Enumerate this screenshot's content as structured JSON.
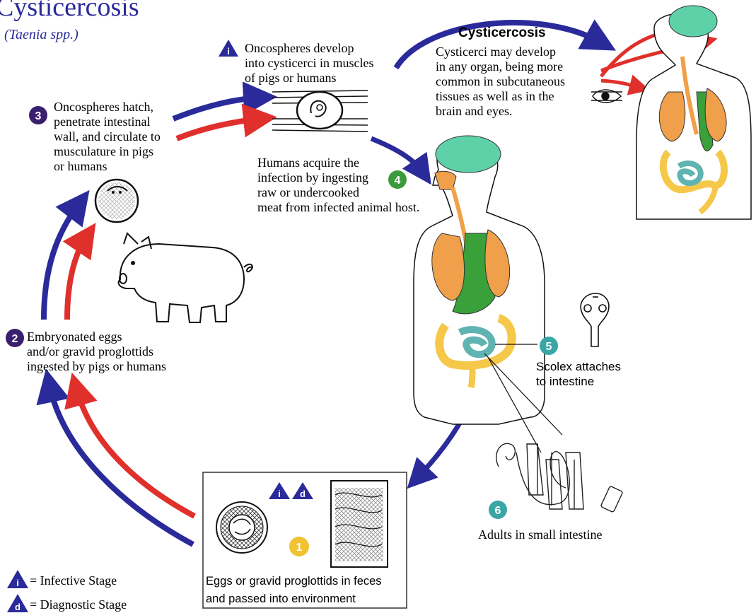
{
  "title": "Cysticercosis",
  "subtitle": "(Taenia spp.)",
  "colors": {
    "infective_arrow": "#2a2a9a",
    "diagnostic_arrow": "#e0302c",
    "stage_purple": "#3a1f6e",
    "stage_green": "#3b9a3b",
    "stage_teal": "#3aa6a6",
    "stage_yellow": "#f1c232",
    "brain": "#5fd1a8",
    "lungs": "#f0a04a",
    "intestine_large": "#f5c84a",
    "intestine_small": "#5fb3b0",
    "esophagus": "#3aa03a"
  },
  "stages": {
    "s1": {
      "number": "1",
      "line1": "Eggs or gravid proglottids in feces",
      "line2": "and passed into environment"
    },
    "s2": {
      "number": "2",
      "line1": "Embryonated eggs",
      "line2": "and/or gravid proglottids",
      "line3": "ingested by pigs or humans"
    },
    "s3": {
      "number": "3",
      "line1": "Oncospheres hatch,",
      "line2": "penetrate intestinal",
      "line3": "wall, and circulate to",
      "line4": "musculature in pigs",
      "line5": "or humans"
    },
    "s4": {
      "number": "4",
      "line1": "Humans acquire the",
      "line2": "infection by ingesting",
      "line3": "raw or undercooked",
      "line4": "meat from infected animal host."
    },
    "s5": {
      "number": "5",
      "line1": "Scolex attaches",
      "line2": "to intestine"
    },
    "s6": {
      "number": "6",
      "line1": "Adults in small intestine"
    }
  },
  "oncospheres": {
    "line1": "Oncospheres develop",
    "line2": "into cysticerci in muscles",
    "line3": "of pigs or humans"
  },
  "cysticercosis": {
    "heading": "Cysticercosis",
    "line1": "Cysticerci may develop",
    "line2": "in any organ, being more",
    "line3": "common in subcutaneous",
    "line4": "tissues as well as in the",
    "line5": "brain and eyes."
  },
  "badges": {
    "infective": "i",
    "diagnostic": "d"
  },
  "legend": {
    "infective_label": "= Infective Stage",
    "diagnostic_label": "= Diagnostic Stage"
  }
}
